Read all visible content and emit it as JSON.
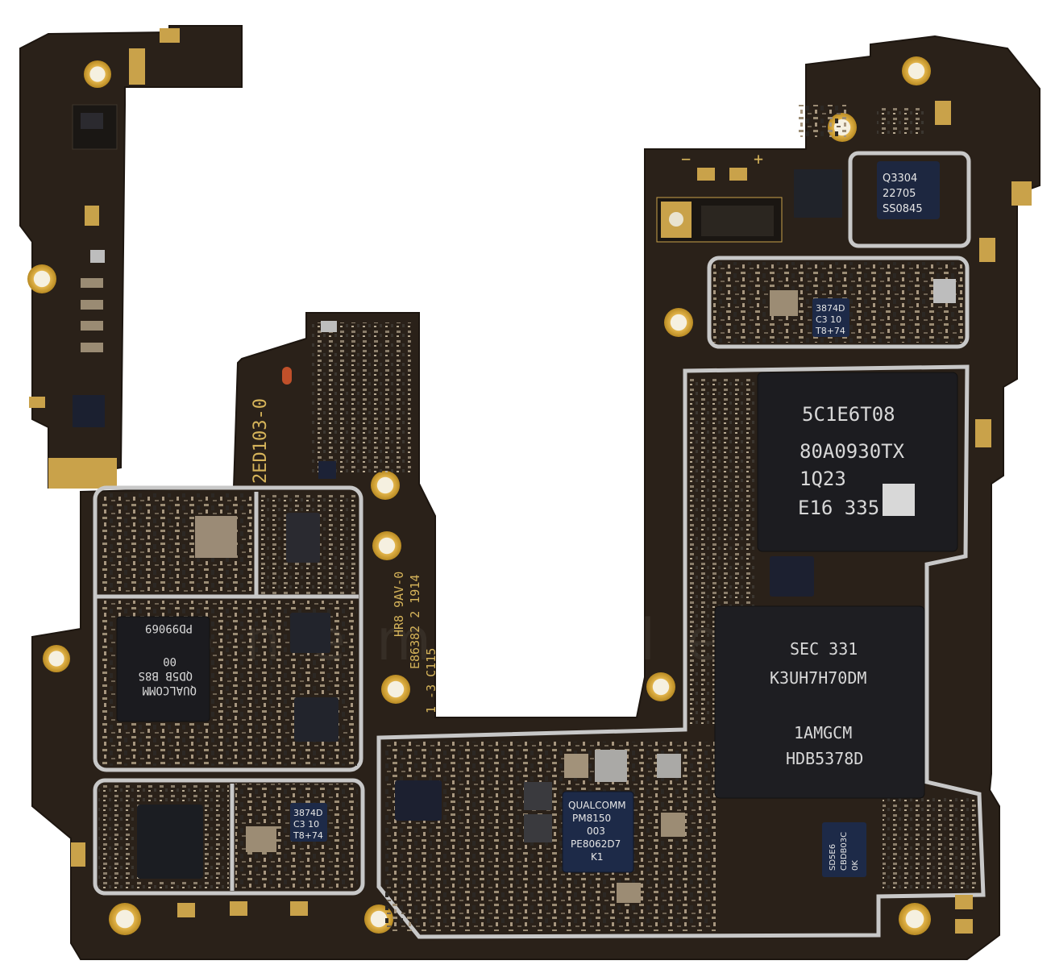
{
  "image": {
    "subject": "Smartphone logic board",
    "watermark": "fonemobile"
  },
  "colors": {
    "board": "#2a2119",
    "board_edge": "#1d1610",
    "gold": "#d9a93a",
    "shield": "#bfbfbf",
    "chip_dark": "#1c1c20",
    "chip_blue": "#1d2a48",
    "silkscreen": "#d6b45a"
  },
  "silkscreen": {
    "board_code": "2ED103-0",
    "rev_line1": "HR8 9AV-0",
    "rev_line2": "E86382 2 1914",
    "rev_line3": "1 -3 C115",
    "plus": "+",
    "minus": "−"
  },
  "chips": {
    "storage": {
      "line1": "5C1E6T08",
      "line2": "80A0930TX",
      "line3": "1Q23",
      "line4": "E16 335"
    },
    "memory": {
      "line1": "SEC 331",
      "line2": "K3UH7H70DM",
      "line3": "1AMGCM",
      "line4": "HDB5378D"
    },
    "pmic": {
      "line1": "QUALCOMM",
      "line2": "PM8150",
      "line3": "003",
      "line4": "PE8062D7",
      "line5": "K1"
    },
    "rf_transceiver": {
      "line1": "QUALCOMM",
      "line2": "QD5B B8S",
      "line3": "00",
      "line4": "PD99069"
    },
    "small_top_right": {
      "line1": "Q3304",
      "line2": "22705",
      "line3": "SS0845"
    },
    "small_a": {
      "line1": "3874D",
      "line2": "C3 10",
      "line3": "T8+74"
    },
    "small_b": {
      "line1": "3874D",
      "line2": "C3 10",
      "line3": "T8+74"
    },
    "small_rot": {
      "line1": "SD5E6",
      "line2": "CBDB03C",
      "line3": "0K"
    }
  }
}
